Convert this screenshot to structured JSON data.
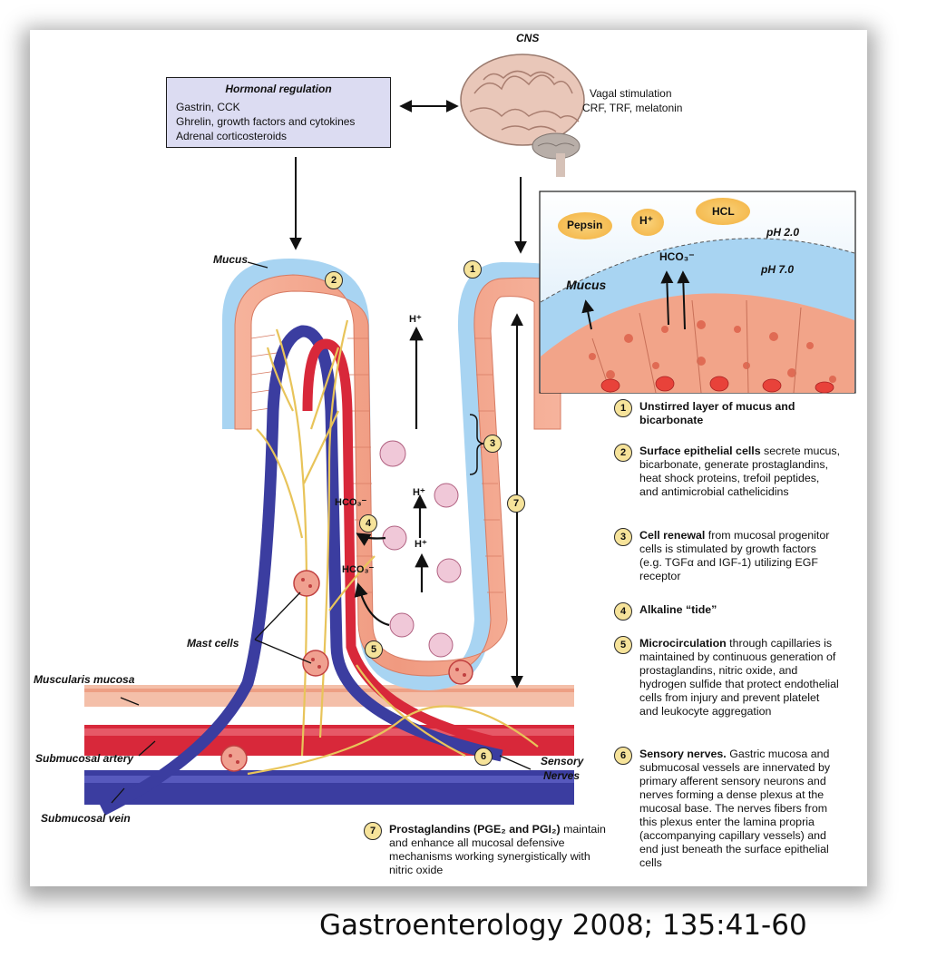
{
  "cns_label": "CNS",
  "hormonal": {
    "title": "Hormonal regulation",
    "lines": [
      "Gastrin, CCK",
      "Ghrelin, growth factors and cytokines",
      "Adrenal corticosteroids"
    ]
  },
  "vagal": {
    "line1": "Vagal stimulation",
    "line2": "CRF, TRF, melatonin"
  },
  "inset": {
    "pepsin": "Pepsin",
    "h_plus": "H⁺",
    "hcl": "HCL",
    "ph_low": "pH 2.0",
    "ph_high": "pH 7.0",
    "hco3": "HCO₃⁻",
    "mucus": "Mucus"
  },
  "labels": {
    "mucus": "Mucus",
    "mast_cells": "Mast cells",
    "muscularis_mucosa": "Muscularis mucosa",
    "submucosal_artery": "Submucosal artery",
    "submucosal_vein": "Submucosal vein",
    "sensory_nerves_1": "Sensory",
    "sensory_nerves_2": "Nerves",
    "h_plus_1": "H⁺",
    "h_plus_2": "H⁺",
    "h_plus_3": "H⁺",
    "hco3_1": "HCO₃⁻",
    "hco3_2": "HCO₃⁻"
  },
  "markers": [
    "1",
    "2",
    "3",
    "4",
    "5",
    "6",
    "7"
  ],
  "legend": [
    {
      "num": "1",
      "bold": "Unstirred layer of mucus and bicarbonate",
      "text": ""
    },
    {
      "num": "2",
      "bold": "Surface epithelial cells",
      "text": " secrete mucus, bicarbonate, generate prostaglandins, heat shock proteins, trefoil peptides, and antimicrobial cathelicidins"
    },
    {
      "num": "3",
      "bold": "Cell renewal",
      "text": " from mucosal progenitor cells is stimulated by growth factors (e.g. TGFα and IGF-1) utilizing EGF receptor"
    },
    {
      "num": "4",
      "bold": "Alkaline “tide”",
      "text": ""
    },
    {
      "num": "5",
      "bold": "Microcirculation",
      "text": " through capillaries is maintained by continuous generation of prostaglandins, nitric oxide, and hydrogen sulfide that protect endothelial cells from injury and prevent platelet and leukocyte aggregation"
    },
    {
      "num": "6",
      "bold": "Sensory nerves.",
      "text": " Gastric mucosa and submucosal vessels are innervated by primary afferent sensory neurons and nerves forming a dense plexus at the mucosal base. The nerves fibers from this plexus enter the lamina propria (accompanying capillary vessels) and end just beneath the surface epithelial cells"
    },
    {
      "num": "7",
      "bold": "Prostaglandins (PGE₂ and PGI₂)",
      "text": " maintain and enhance all mucosal defensive mechanisms working synergistically with nitric oxide"
    }
  ],
  "citation": "Gastroenterology  2008; 135:41-60",
  "colors": {
    "mucus": "#a8d4f2",
    "epithelium": "#f2a489",
    "artery": "#d8283a",
    "vein": "#3b3da0",
    "nerve": "#e8c45a",
    "box": "#dcdcf2"
  }
}
